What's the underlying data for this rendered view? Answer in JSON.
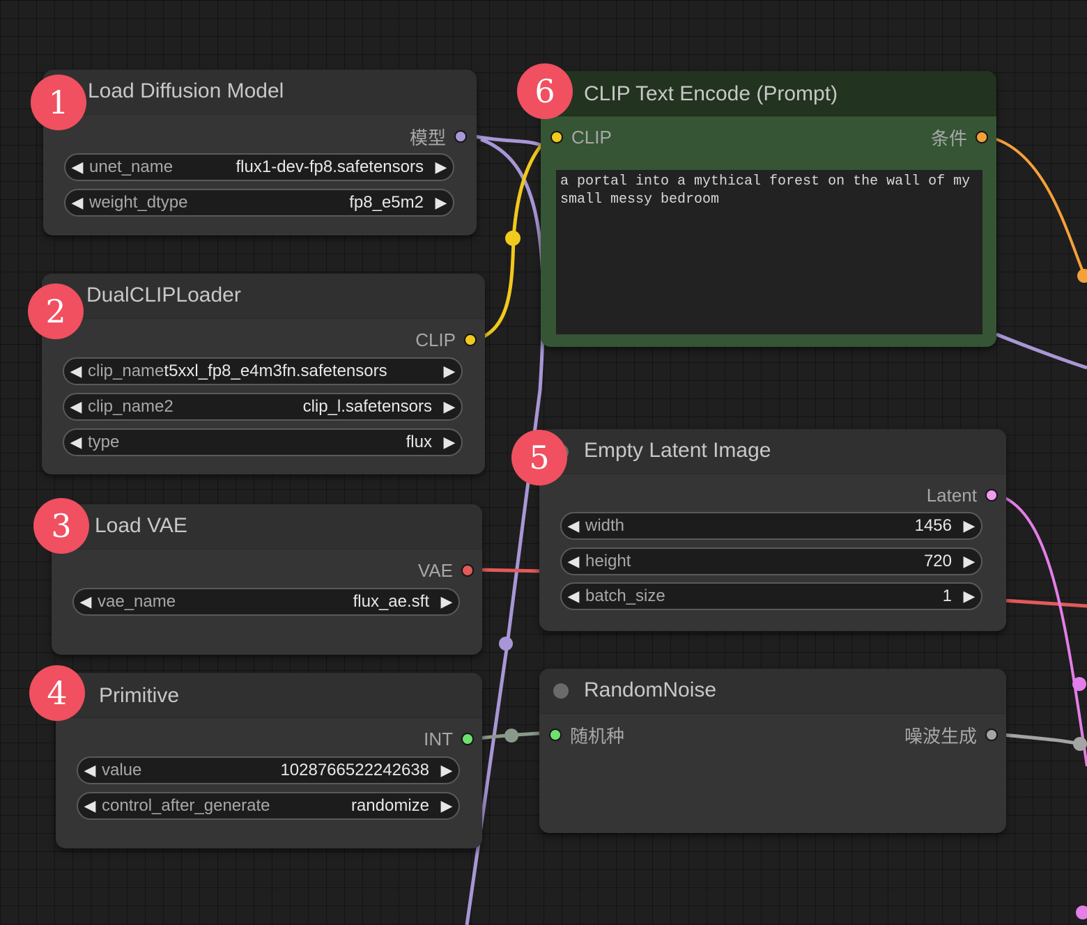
{
  "colors": {
    "model_link": "#a897d6",
    "clip_link": "#f2c91d",
    "vae_link": "#e35a5a",
    "int_link": "#8a9a8a",
    "latent_link": "#e47ee8",
    "conditioning_link": "#f5a13a",
    "noise_link": "#a5a5a5",
    "badge": "#f05060",
    "clip_node_bg": "#355535"
  },
  "nodes": [
    {
      "badge": "1",
      "title": "Load Diffusion Model",
      "outputs": [
        {
          "label": "模型",
          "color": "#a897d6"
        }
      ],
      "widgets": [
        {
          "label": "unet_name",
          "value": "flux1-dev-fp8.safetensors"
        },
        {
          "label": "weight_dtype",
          "value": "fp8_e5m2"
        }
      ]
    },
    {
      "badge": "2",
      "title": "DualCLIPLoader",
      "outputs": [
        {
          "label": "CLIP",
          "color": "#f2c91d"
        }
      ],
      "widgets": [
        {
          "label": "clip_name",
          "value": "t5xxl_fp8_e4m3fn.safetensors"
        },
        {
          "label": "clip_name2",
          "value": "clip_l.safetensors"
        },
        {
          "label": "type",
          "value": "flux"
        }
      ]
    },
    {
      "badge": "3",
      "title": "Load VAE",
      "outputs": [
        {
          "label": "VAE",
          "color": "#e35a5a"
        }
      ],
      "widgets": [
        {
          "label": "vae_name",
          "value": "flux_ae.sft"
        }
      ]
    },
    {
      "badge": "4",
      "title": "Primitive",
      "outputs": [
        {
          "label": "INT",
          "color": "#6fe06f"
        }
      ],
      "widgets": [
        {
          "label": "value",
          "value": "1028766522242638"
        },
        {
          "label": "control_after_generate",
          "value": "randomize"
        }
      ]
    },
    {
      "badge": "5",
      "title": "Empty Latent Image",
      "outputs": [
        {
          "label": "Latent",
          "color": "#f09af0"
        }
      ],
      "widgets": [
        {
          "label": "width",
          "value": "1456"
        },
        {
          "label": "height",
          "value": "720"
        },
        {
          "label": "batch_size",
          "value": "1"
        }
      ]
    },
    {
      "badge": "6",
      "title": "CLIP Text Encode (Prompt)",
      "inputs": [
        {
          "label": "CLIP",
          "color": "#f2c91d"
        }
      ],
      "outputs": [
        {
          "label": "条件",
          "color": "#f5a13a"
        }
      ],
      "prompt": "a portal into a mythical forest on the wall of my small messy bedroom"
    },
    {
      "title": "RandomNoise",
      "inputs": [
        {
          "label": "随机种",
          "color": "#6fe06f"
        }
      ],
      "outputs": [
        {
          "label": "噪波生成",
          "color": "#a5a5a5"
        }
      ]
    }
  ]
}
